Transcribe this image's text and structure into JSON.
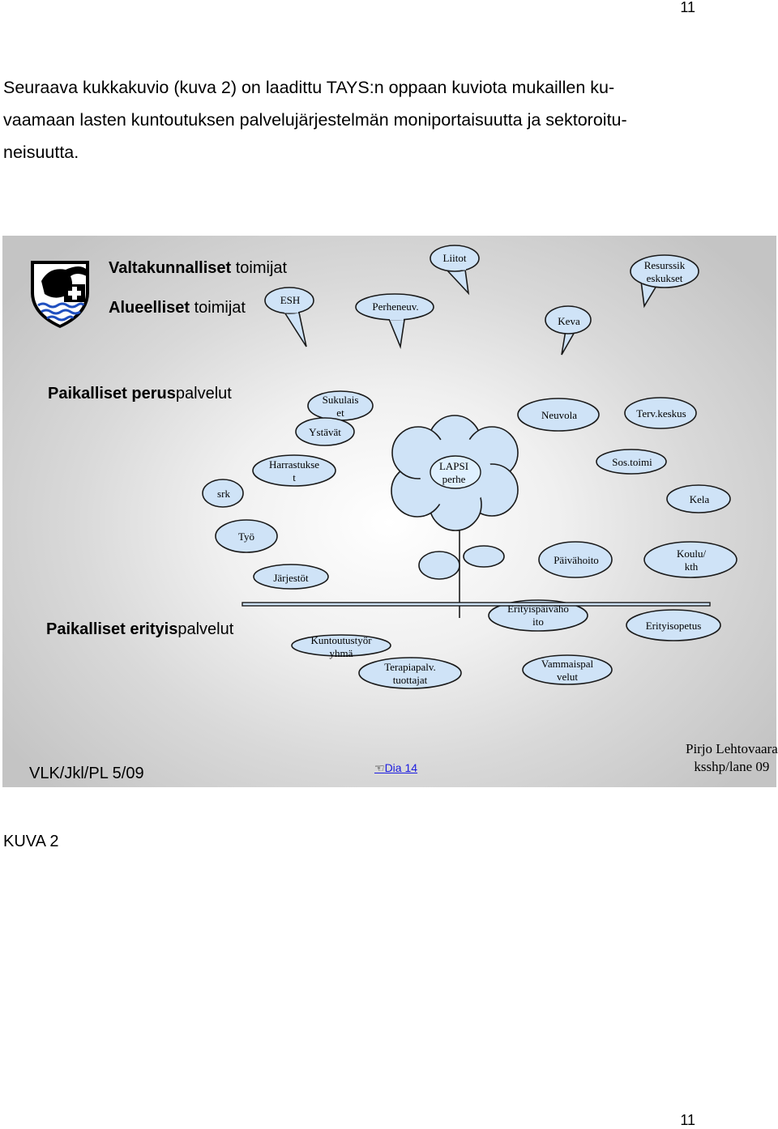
{
  "page_number_top": "11",
  "page_number_bottom": "11",
  "intro_text": "Seuraava kukkakuvio (kuva 2) on laadittu TAYS:n oppaan kuviota mukaillen kuvaamaan lasten kuntoutuksen palvelujärjestelmän moniportaisuutta ja sektoroituneisuutta.",
  "intro_lines": [
    "Seuraava kukkakuvio (kuva 2) on laadittu TAYS:n oppaan kuviota mukaillen ku-",
    "vaamaan lasten kuntoutuksen palvelujärjestelmän moniportaisuutta ja sektoroitu-",
    "neisuutta."
  ],
  "slide": {
    "levels": {
      "national_bold": "Valtakunnalliset",
      "national_rest": " toimijat",
      "regional_bold": "Alueelliset",
      "regional_rest": " toimijat",
      "local_basic_bold": "Paikalliset perus",
      "local_basic_rest": "palvelut",
      "local_special_bold": "Paikalliset erityis",
      "local_special_rest": "palvelut"
    },
    "bubbles": {
      "liitot": "Liitot",
      "resurssikeskukset_1": "Resurssik",
      "resurssikeskukset_2": "eskukset",
      "esh": "ESH",
      "perheneuv": "Perheneuv.",
      "keva": "Keva"
    },
    "ovals": {
      "sukulaiset_1": "Sukulais",
      "sukulaiset_2": "et",
      "ystavat": "Ystävät",
      "neuvola": "Neuvola",
      "terveyskeskus": "Terv.keskus",
      "harrastukset_1": "Harrastukse",
      "harrastukset_2": "t",
      "srk": "srk",
      "sostoimi": "Sos.toimi",
      "kela": "Kela",
      "tyo": "Työ",
      "jarjestot": "Järjestöt",
      "paivahoito": "Päivähoito",
      "koulu_1": "Koulu/",
      "koulu_2": "kth",
      "erityispaivahoito_1": "Erityispäiväho",
      "erityispaivahoito_2": "ito",
      "erityisopetus": "Erityisopetus",
      "kuntoutustyoryhma_1": "Kuntoutustyör",
      "kuntoutustyoryhma_2": "yhmä",
      "terapiapalv_1": "Terapiapalv.",
      "terapiapalv_2": "tuottajat",
      "vammaispalvelut_1": "Vammaispal",
      "vammaispalvelut_2": "velut"
    },
    "flower_center_1": "LAPSI",
    "flower_center_2": "perhe",
    "footer_left": "VLK/Jkl/PL 5/09",
    "footer_link": "Dia 14",
    "footer_right_1": "Pirjo Lehtovaara",
    "footer_right_2": "ksshp/lane 09"
  },
  "caption": "KUVA 2",
  "colors": {
    "bubble_fill": "#cfe3f7",
    "outline": "#1a1a1a",
    "link": "#1b1be0"
  }
}
